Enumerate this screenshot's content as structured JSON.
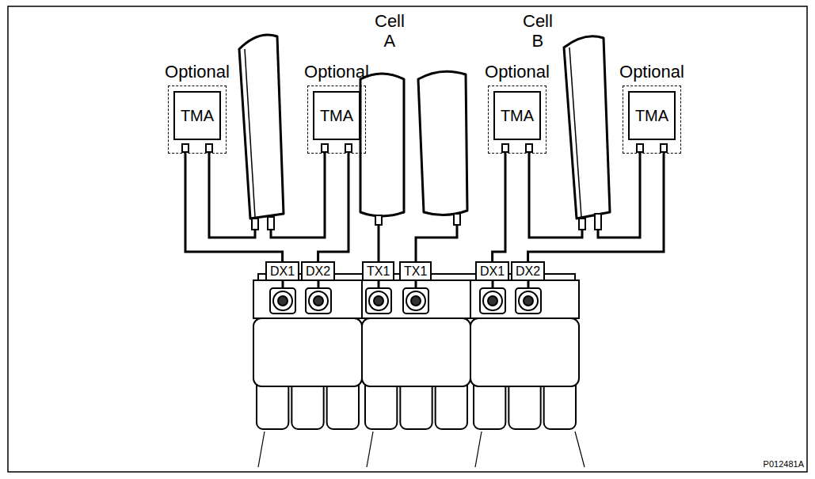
{
  "diagram": {
    "nodes": [
      {
        "text": [
          "Optional",
          "TMA"
        ]
      },
      {
        "text": [
          "Optional",
          "TMA"
        ]
      },
      {
        "text": [
          "Optional",
          "TMA"
        ]
      },
      {
        "text": [
          "Optional",
          "TMA"
        ]
      },
      {
        "text": [
          "DX1"
        ]
      },
      {
        "text": [
          "DX2"
        ]
      },
      {
        "text": [
          "TX1"
        ]
      },
      {
        "text": [
          "TX1"
        ]
      },
      {
        "text": [
          "DX1"
        ]
      },
      {
        "text": [
          "DX2"
        ]
      }
    ],
    "edges": [
      {
        "from": 0,
        "to": 4,
        "arrow": "none"
      },
      {
        "from": 1,
        "to": 5,
        "arrow": "none"
      },
      {
        "from": 2,
        "to": 8,
        "arrow": "none"
      },
      {
        "from": 3,
        "to": 9,
        "arrow": "none"
      }
    ],
    "labels": [
      "Cell A",
      "Cell B",
      "P012481A"
    ]
  }
}
